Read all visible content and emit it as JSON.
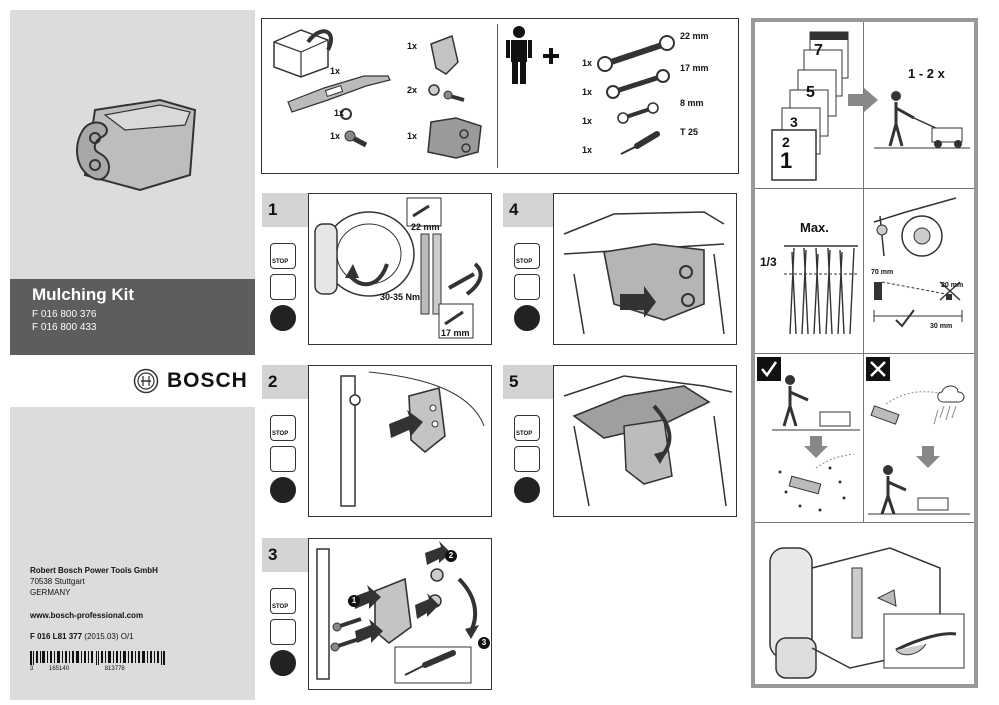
{
  "cover": {
    "title": "Mulching Kit",
    "code1": "F 016 800 376",
    "code2": "F 016 800 433",
    "brand": "BOSCH",
    "company": "Robert Bosch Power Tools GmbH",
    "city": "70538 Stuttgart",
    "country": "GERMANY",
    "website": "www.bosch-professional.com",
    "doc_number": "F 016 L81 377",
    "doc_version": "(2015.03) O/1",
    "barcode_left": "3",
    "barcode_mid": "165140",
    "barcode_right": "813778"
  },
  "contents": {
    "qty_blade": "1x",
    "qty_clip": "1x",
    "qty_screw": "1x",
    "qty_plate": "1x",
    "qty_bolts": "2x",
    "qty_cover": "1x"
  },
  "tools": {
    "q1": "1x",
    "size1": "22 mm",
    "q2": "1x",
    "size2": "17 mm",
    "q3": "1x",
    "size3": "8 mm",
    "q4": "1x",
    "size4": "T 25"
  },
  "steps": {
    "s1": "1",
    "s2": "2",
    "s3": "3",
    "s4": "4",
    "s5": "5",
    "stop": "STOP",
    "s1_22": "22 mm",
    "s1_torque": "30-35 Nm",
    "s1_17": "17 mm",
    "s3_n1": "1",
    "s3_n2": "2",
    "s3_n3": "3"
  },
  "guide": {
    "freq": "1 - 2 x",
    "max": "Max.",
    "third": "1/3",
    "h70": "70 mm",
    "h20": "20 mm",
    "h30": "30 mm",
    "cal1": "1",
    "cal2": "2",
    "cal3": "3",
    "cal5": "5",
    "cal7": "7"
  }
}
